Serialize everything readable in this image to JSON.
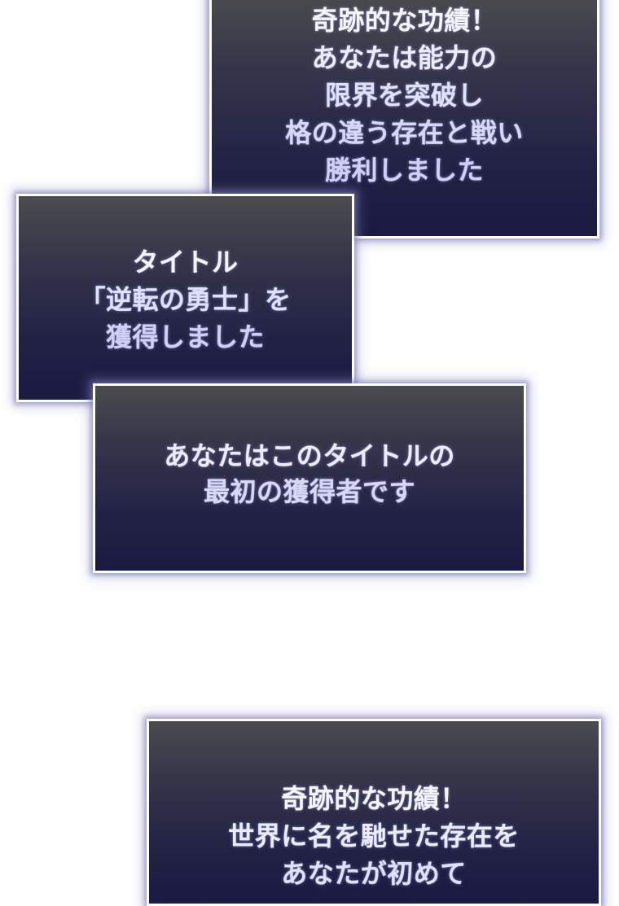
{
  "colors": {
    "page_background": "#ffffff",
    "panel_gradient_top": "#4b4b4f",
    "panel_gradient_bottom": "#1a1a42",
    "panel_border": "#ffffff",
    "panel_glow": "#9696d2",
    "text_top": "#f4f4ff",
    "text_bottom": "#d0d0f4",
    "overlap_dark": "#07071a"
  },
  "panels": [
    {
      "id": "achievement-message",
      "lines": [
        "奇跡的な功績！",
        "あなたは能力の",
        "限界を突破し",
        "格の違う存在と戦い",
        "勝利しました"
      ]
    },
    {
      "id": "title-acquired-message",
      "lines": [
        "タイトル",
        "「逆転の勇士」を",
        "獲得しました"
      ]
    },
    {
      "id": "first-acquirer-message",
      "lines": [
        "あなたはこのタイトルの",
        "最初の獲得者です"
      ]
    },
    {
      "id": "world-fame-message",
      "lines": [
        "奇跡的な功績！",
        "世界に名を馳せた存在を",
        "あなたが初めて"
      ]
    }
  ]
}
